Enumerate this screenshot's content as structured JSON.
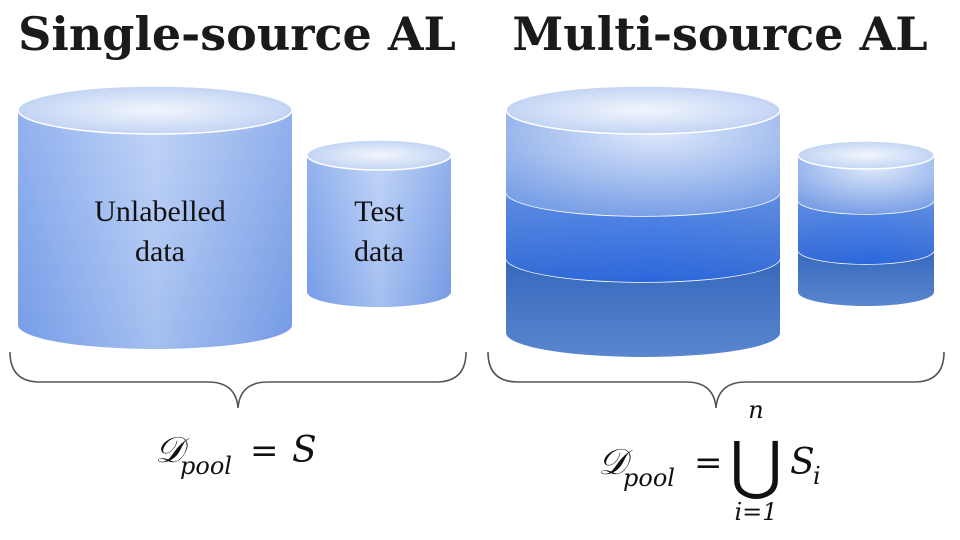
{
  "titles": {
    "single": "Single-source AL",
    "multi": "Multi-source AL"
  },
  "single": {
    "pool_label_line1": "Unlabelled",
    "pool_label_line2": "data",
    "test_label_line1": "Test",
    "test_label_line2": "data",
    "formula": {
      "symbol": "𝒟",
      "subscript": "pool",
      "equals": "=",
      "rhs": "S"
    }
  },
  "multi": {
    "formula": {
      "symbol": "𝒟",
      "subscript": "pool",
      "equals": "=",
      "union": "⋃",
      "upper": "n",
      "lower": "i=1",
      "rhs": "S",
      "rhs_sub": "i"
    }
  },
  "colors": {
    "light_top": "#e3ecfb",
    "light_body": "#8fb1ef",
    "mid_body": "#2f6fe0",
    "dark_body": "#2a5ba8",
    "brace": "#555555"
  }
}
